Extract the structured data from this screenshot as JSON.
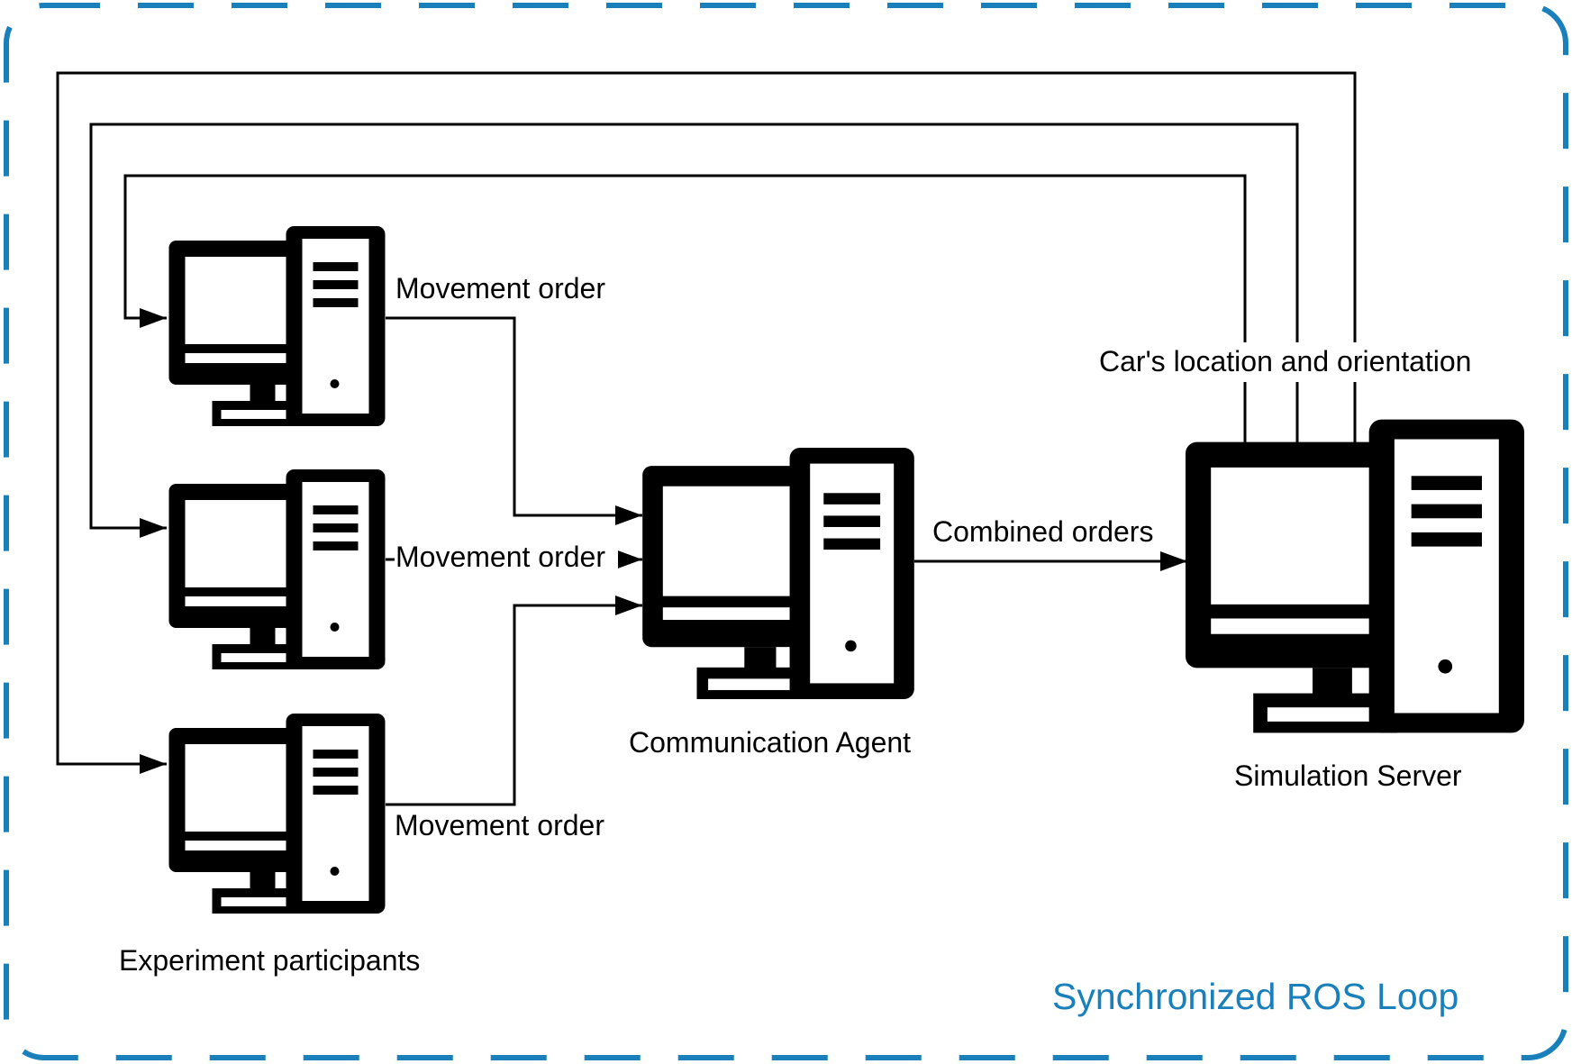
{
  "diagram": {
    "frame_label": "Synchronized ROS Loop",
    "nodes": {
      "participants": {
        "label": "Experiment participants",
        "icon": "desktop-computer-icon"
      },
      "agent": {
        "label": "Communication Agent",
        "icon": "desktop-computer-icon"
      },
      "server": {
        "label": "Simulation Server",
        "icon": "desktop-computer-icon"
      }
    },
    "edges": {
      "participant_1": "Movement order",
      "participant_2": "Movement order",
      "participant_3": "Movement order",
      "combined": "Combined orders",
      "feedback": "Car's location and orientation"
    },
    "colors": {
      "frame": "#1a80bb",
      "stroke": "#000000",
      "icon": "#000000"
    }
  }
}
